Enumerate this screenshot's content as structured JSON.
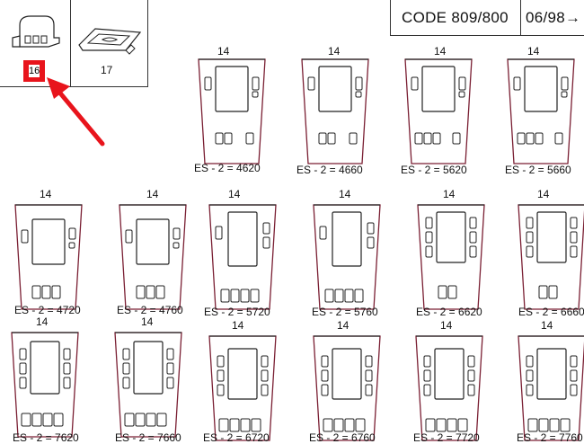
{
  "header": {
    "code_label": "CODE 809/800",
    "date_label": "06/98",
    "arrow": "→"
  },
  "thumbnails": [
    {
      "number": "16",
      "icon": "console-tray-icon"
    },
    {
      "number": "17",
      "icon": "console-mat-icon"
    }
  ],
  "panels": [
    {
      "number": "14",
      "label": "ES - 2 = 4620"
    },
    {
      "number": "14",
      "label": "ES - 2 = 4660"
    },
    {
      "number": "14",
      "label": "ES - 2 = 5620"
    },
    {
      "number": "14",
      "label": "ES - 2 = 5660"
    },
    {
      "number": "14",
      "label": "ES - 2 = 4720"
    },
    {
      "number": "14",
      "label": "ES - 2 = 4760"
    },
    {
      "number": "14",
      "label": "ES - 2 = 5720"
    },
    {
      "number": "14",
      "label": "ES - 2 = 5760"
    },
    {
      "number": "14",
      "label": "ES - 2 = 6620"
    },
    {
      "number": "14",
      "label": "ES - 2 = 6660"
    },
    {
      "number": "14",
      "label": "ES - 2 = 7620"
    },
    {
      "number": "14",
      "label": "ES - 2 = 7660"
    },
    {
      "number": "14",
      "label": "ES - 2 = 6720"
    },
    {
      "number": "14",
      "label": "ES - 2 = 6760"
    },
    {
      "number": "14",
      "label": "ES - 2 = 7720"
    },
    {
      "number": "14",
      "label": "ES - 2 = 7760"
    }
  ],
  "colors": {
    "line": "#7a1f33",
    "line_dark": "#222222",
    "accent": "#e8141c"
  }
}
